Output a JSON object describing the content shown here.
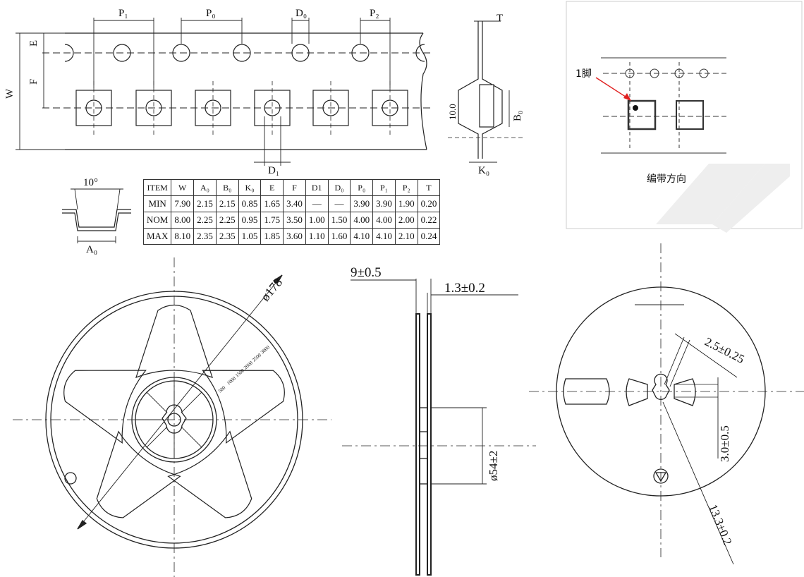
{
  "tape_labels": {
    "p1": "P₁",
    "p0": "P₀",
    "d0": "D₀",
    "p2": "P₂",
    "t": "T",
    "e": "E",
    "f": "F",
    "w": "W",
    "d1": "D₁",
    "b0": "B₀",
    "k0": "K₀",
    "ten_zero": "10.0",
    "angle": "10°",
    "a0": "A₀"
  },
  "spec_table": {
    "headers": [
      "ITEM",
      "W",
      "A₀",
      "B₀",
      "K₀",
      "E",
      "F",
      "D1",
      "D₀",
      "P₀",
      "P₁",
      "P₂",
      "T"
    ],
    "rows": [
      [
        "MIN",
        "7.90",
        "2.15",
        "2.15",
        "0.85",
        "1.65",
        "3.40",
        "—",
        "—",
        "3.90",
        "3.90",
        "1.90",
        "0.20"
      ],
      [
        "NOM",
        "8.00",
        "2.25",
        "2.25",
        "0.95",
        "1.75",
        "3.50",
        "1.00",
        "1.50",
        "4.00",
        "4.00",
        "2.00",
        "0.22"
      ],
      [
        "MAX",
        "8.10",
        "2.35",
        "2.35",
        "1.05",
        "1.85",
        "3.60",
        "1.10",
        "1.60",
        "4.10",
        "4.10",
        "2.10",
        "0.24"
      ]
    ]
  },
  "orientation": {
    "pin1_label": "1脚",
    "caption": "编带方向"
  },
  "reel": {
    "diameter": "ø178",
    "qty_marks": [
      "500",
      "1000",
      "1500",
      "2000",
      "2500",
      "3000"
    ],
    "width": "9±0.5",
    "flange": "1.3±0.2",
    "hub": "ø54±2",
    "slot": "2.5±0.25",
    "key": "3.0±0.5",
    "arbor": "13.3±0.2"
  }
}
